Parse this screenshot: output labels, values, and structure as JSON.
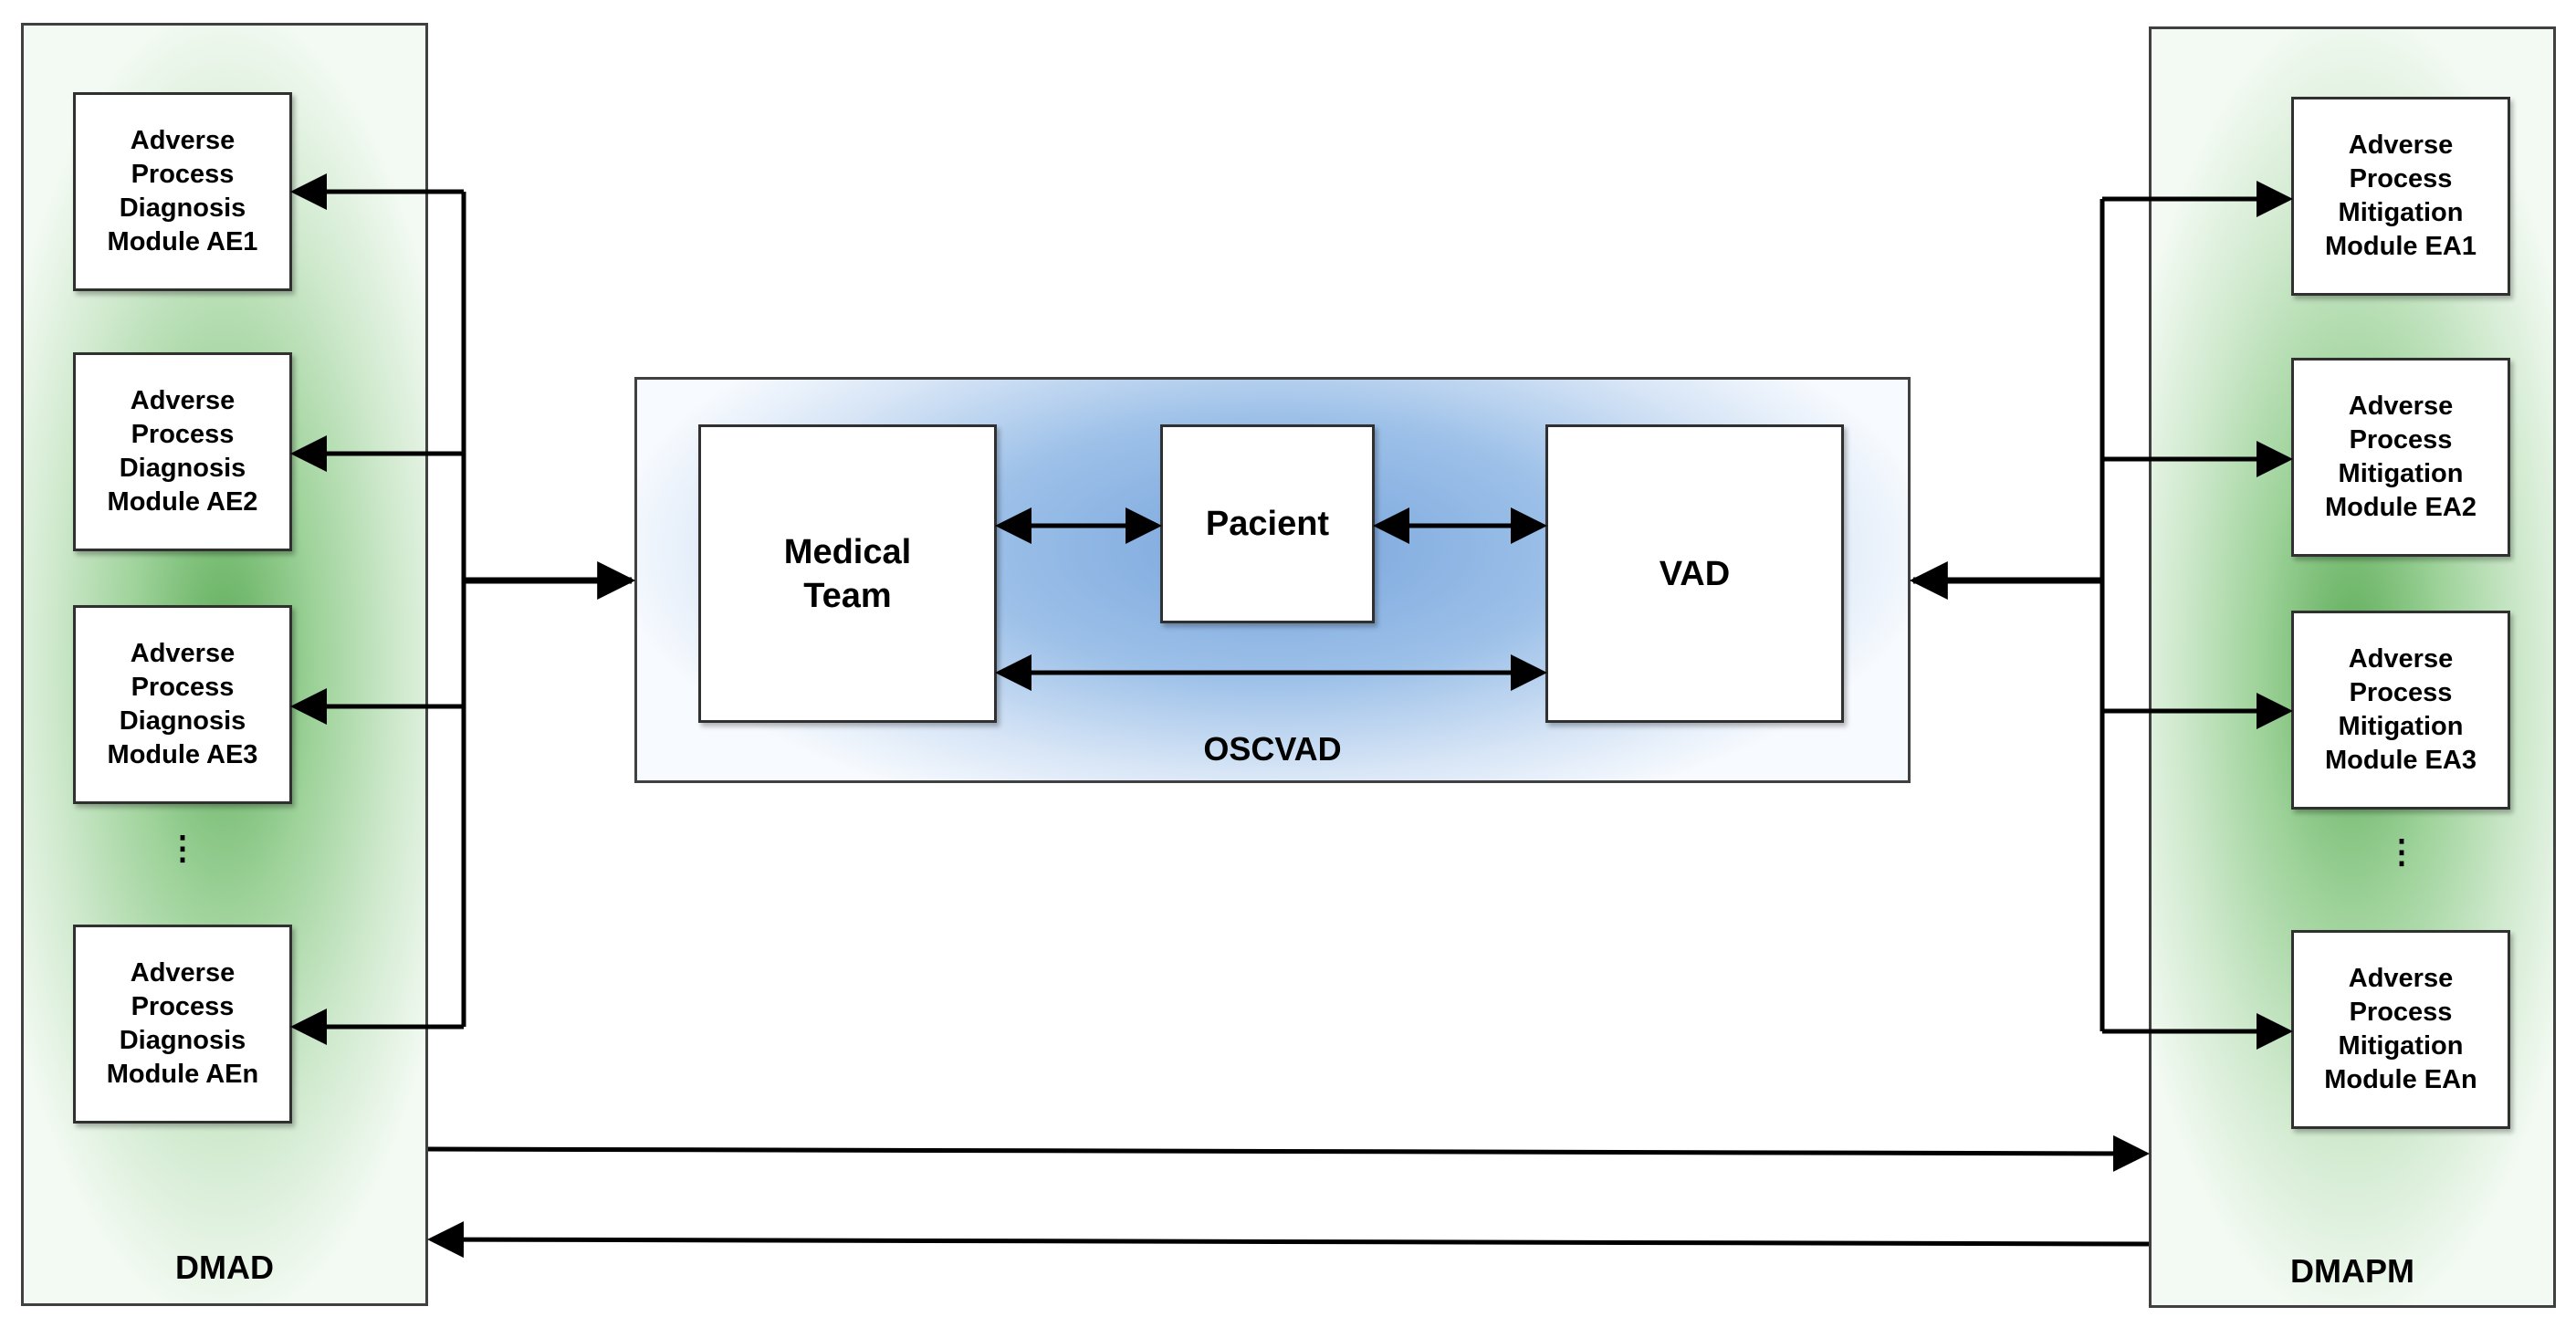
{
  "dmad": {
    "title": "DMAD",
    "modules": [
      {
        "lines": [
          "Adverse",
          "Process",
          "Diagnosis",
          "Module AE1"
        ]
      },
      {
        "lines": [
          "Adverse",
          "Process",
          "Diagnosis",
          "Module AE2"
        ]
      },
      {
        "lines": [
          "Adverse",
          "Process",
          "Diagnosis",
          "Module AE3"
        ]
      },
      {
        "lines": [
          "Adverse",
          "Process",
          "Diagnosis",
          "Module AEn"
        ]
      }
    ],
    "ellipsis": "⋮"
  },
  "dmapm": {
    "title": "DMAPM",
    "modules": [
      {
        "lines": [
          "Adverse",
          "Process",
          "Mitigation",
          "Module EA1"
        ]
      },
      {
        "lines": [
          "Adverse",
          "Process",
          "Mitigation",
          "Module EA2"
        ]
      },
      {
        "lines": [
          "Adverse",
          "Process",
          "Mitigation",
          "Module EA3"
        ]
      },
      {
        "lines": [
          "Adverse",
          "Process",
          "Mitigation",
          "Module EAn"
        ]
      }
    ],
    "ellipsis": "⋮"
  },
  "oscvad": {
    "title": "OSCVAD",
    "medical_team": {
      "line1": "Medical",
      "line2": "Team"
    },
    "patient": "Pacient",
    "vad": "VAD"
  },
  "colors": {
    "green_core": "#5fad5a",
    "blue_core": "#7aa6dd",
    "arrow": "#000000"
  }
}
